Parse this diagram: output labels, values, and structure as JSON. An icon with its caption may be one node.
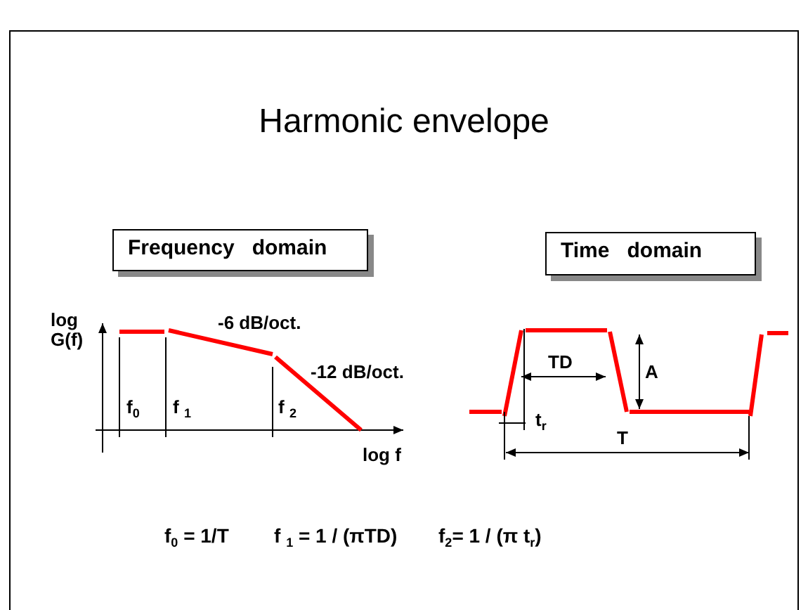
{
  "diagram": {
    "title": "Harmonic envelope",
    "nodes": [
      {
        "text": [
          "Frequency   domain"
        ]
      },
      {
        "text": [
          "Time   domain"
        ]
      }
    ],
    "edges": [],
    "labels": [
      "log G(f)",
      "-6 dB/oct.",
      "-12 dB/oct.",
      "f$_{0}$",
      "f $_{1}$",
      "f $_{2}$",
      "log f",
      "TD",
      "A",
      "t$_{r}$",
      "T",
      "f$_{0}$  = 1/T",
      "f $_{1}$ = 1 / (πTD)",
      "f$_{2}$=  1 / (π t$_{r}$)"
    ]
  }
}
